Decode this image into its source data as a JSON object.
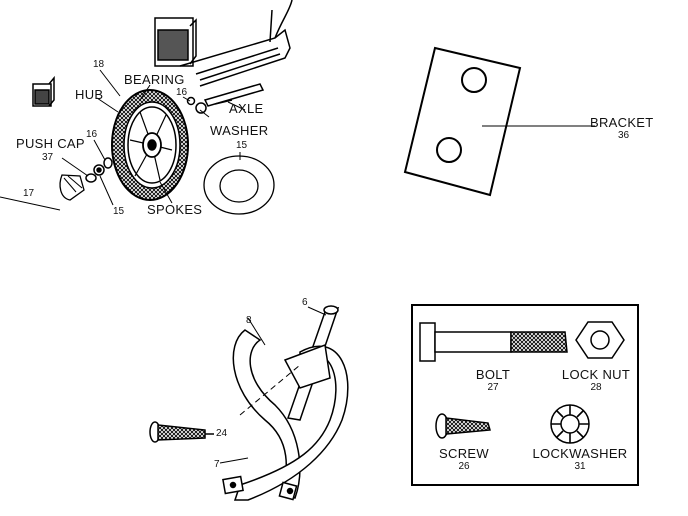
{
  "wheel": {
    "bearing": "BEARING",
    "hub": "HUB",
    "axle": "AXLE",
    "washer": "WASHER",
    "push_cap": "PUSH CAP",
    "spokes": "SPOKES",
    "n18": "18",
    "n16_axle": "16",
    "n16_cap": "16",
    "n15_washer": "15",
    "n37": "37",
    "n17": "17",
    "n15_bottom": "15"
  },
  "bracket": {
    "label": "BRACKET",
    "number": "36"
  },
  "handle": {
    "n8": "8",
    "n6": "6",
    "n24": "24",
    "n7": "7"
  },
  "hardware": {
    "bolt": "BOLT",
    "bolt_num": "27",
    "locknut": "LOCK NUT",
    "locknut_num": "28",
    "screw": "SCREW",
    "screw_num": "26",
    "lockwasher": "LOCKWASHER",
    "lockwasher_num": "31"
  }
}
